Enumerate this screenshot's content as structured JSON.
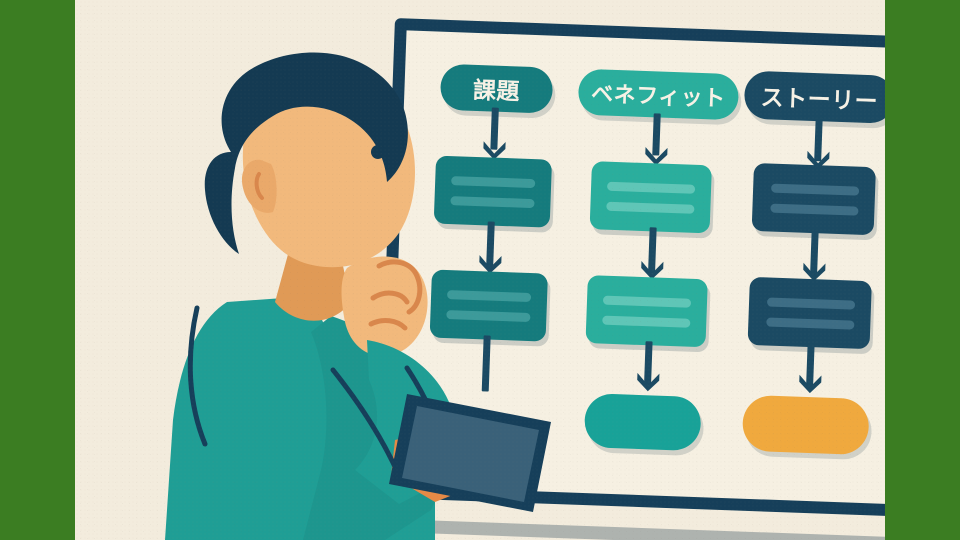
{
  "scene": {
    "title": "Person studying a whiteboard flowchart",
    "border_color": "#3b7d22",
    "background_color": "#f3ecdd"
  },
  "whiteboard": {
    "frame_color": "#163f5a",
    "surface_color": "#f6f0e2"
  },
  "flowchart": {
    "columns": [
      {
        "id": "column-issue",
        "header_label": "課題",
        "header_color": "#157b7d",
        "node_color": "#157b7d",
        "nodes": [
          {
            "label_lines": 2
          },
          {
            "label_lines": 2
          }
        ],
        "terminal": null
      },
      {
        "id": "column-benefit",
        "header_label": "ベネフィット",
        "header_color": "#2aae9d",
        "node_color": "#2aae9d",
        "nodes": [
          {
            "label_lines": 2
          },
          {
            "label_lines": 2
          }
        ],
        "terminal": {
          "color": "#18a298"
        }
      },
      {
        "id": "column-story",
        "header_label": "ストーリー",
        "header_color": "#1b4a63",
        "node_color": "#1b4a63",
        "nodes": [
          {
            "label_lines": 2
          },
          {
            "label_lines": 2
          }
        ],
        "terminal": {
          "color": "#f0a93e"
        }
      }
    ],
    "connector_color": "#1b4a63"
  },
  "person": {
    "hair_color": "#143a52",
    "skin_color": "#f2b97c",
    "shirt_color": "#1f9e95",
    "tablet_frame_color": "#163f5a",
    "tablet_screen_color": "#3a6179",
    "pose": "hand-on-chin-thinking",
    "holding": "tablet"
  },
  "icons": {
    "arrow_down": "arrow-down-icon",
    "tablet": "tablet-icon"
  }
}
